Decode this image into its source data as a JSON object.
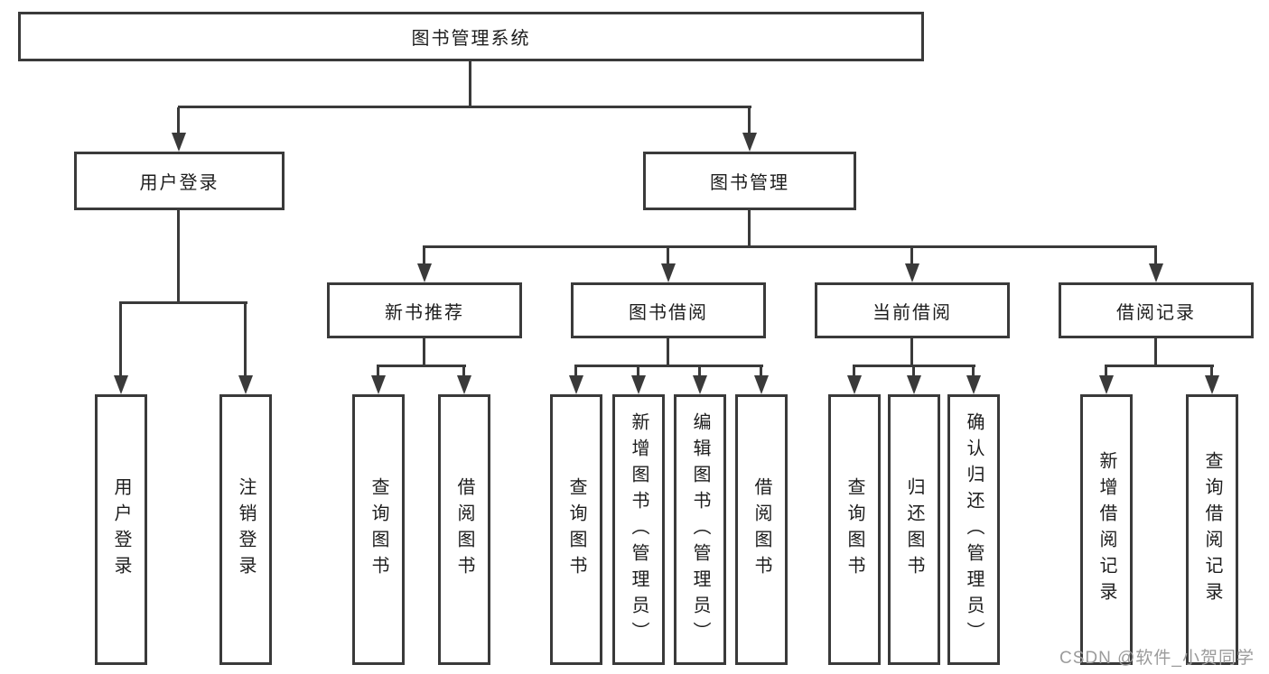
{
  "tree": {
    "label": "图书管理系统",
    "children": [
      {
        "label": "用户登录",
        "children": [
          {
            "label": "用户登录"
          },
          {
            "label": "注销登录"
          }
        ]
      },
      {
        "label": "图书管理",
        "children": [
          {
            "label": "新书推荐",
            "children": [
              {
                "label": "查询图书"
              },
              {
                "label": "借阅图书"
              }
            ]
          },
          {
            "label": "图书借阅",
            "children": [
              {
                "label": "查询图书"
              },
              {
                "label": "新增图书（管理员）"
              },
              {
                "label": "编辑图书（管理员）"
              },
              {
                "label": "借阅图书"
              }
            ]
          },
          {
            "label": "当前借阅",
            "children": [
              {
                "label": "查询图书"
              },
              {
                "label": "归还图书"
              },
              {
                "label": "确认归还（管理员）"
              }
            ]
          },
          {
            "label": "借阅记录",
            "children": [
              {
                "label": "新增借阅记录"
              },
              {
                "label": "查询借阅记录"
              }
            ]
          }
        ]
      }
    ]
  },
  "watermark": {
    "text": "CSDN @软件_小贺同学"
  },
  "colors": {
    "line": "#3a3a3a",
    "text": "#1d1d1d",
    "watermark": "#9b9b9b",
    "background": "#ffffff"
  }
}
